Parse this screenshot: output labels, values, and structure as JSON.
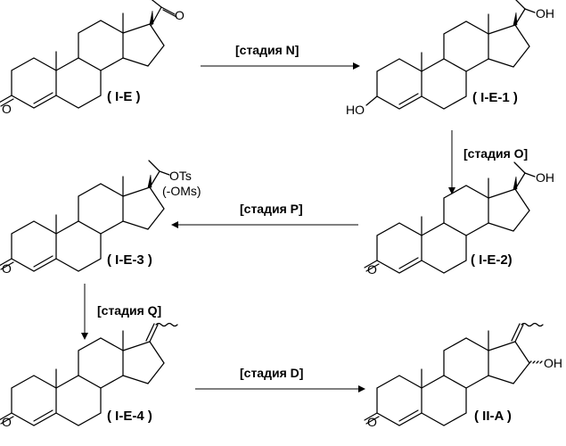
{
  "compounds": {
    "ie": {
      "label": "( I-E )",
      "oxo": "O"
    },
    "ie1": {
      "label": "( I-E-1 )",
      "hydroxy3": "HO",
      "sidechain_oh": "OH"
    },
    "ie2": {
      "label": "( I-E-2)",
      "oxo": "O",
      "sidechain_oh": "OH"
    },
    "ie3": {
      "label": "( I-E-3 )",
      "oxo": "O",
      "sidechain_ots": "OTs",
      "sidechain_alt": "(-OMs)"
    },
    "ie4": {
      "label": "( I-E-4 )",
      "oxo": "O"
    },
    "iia": {
      "label": "( II-A )",
      "oxo": "O",
      "ring_oh": "OH"
    }
  },
  "stages": {
    "n": "[стадия N]",
    "o": "[стадия O]",
    "p": "[стадия P]",
    "q": "[стадия Q]",
    "d": "[стадия D]"
  }
}
